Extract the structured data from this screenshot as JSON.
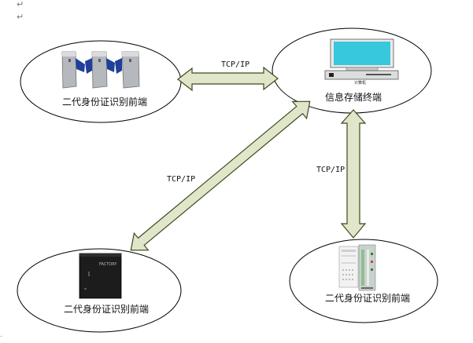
{
  "page_marks": [
    "↵",
    "↵",
    "."
  ],
  "nodes": {
    "turnstile": {
      "label": "二代身份证识别前端",
      "icon": "turnstile-icon"
    },
    "server": {
      "label": "信息存储终端",
      "icon": "computer-icon",
      "icon_caption": "计算机"
    },
    "cabinet": {
      "label": "二代身份证识别前端",
      "icon": "cabinet-icon",
      "icon_caption": "FACTORY"
    },
    "panel": {
      "label": "二代身份证识别前端",
      "icon": "panel-icon"
    }
  },
  "links": [
    {
      "from": "turnstile",
      "to": "server",
      "label": "TCP/IP"
    },
    {
      "from": "cabinet",
      "to": "server",
      "label": "TCP/IP"
    },
    {
      "from": "panel",
      "to": "server",
      "label": "TCP/IP"
    }
  ],
  "colors": {
    "arrow_fill": "#e0e6c9",
    "arrow_stroke": "#3d4a1e",
    "ellipse_stroke": "#000000",
    "screen": "#38c8de",
    "turnstile_blue": "#1f3f99",
    "cabinet": "#1c1c1c"
  }
}
